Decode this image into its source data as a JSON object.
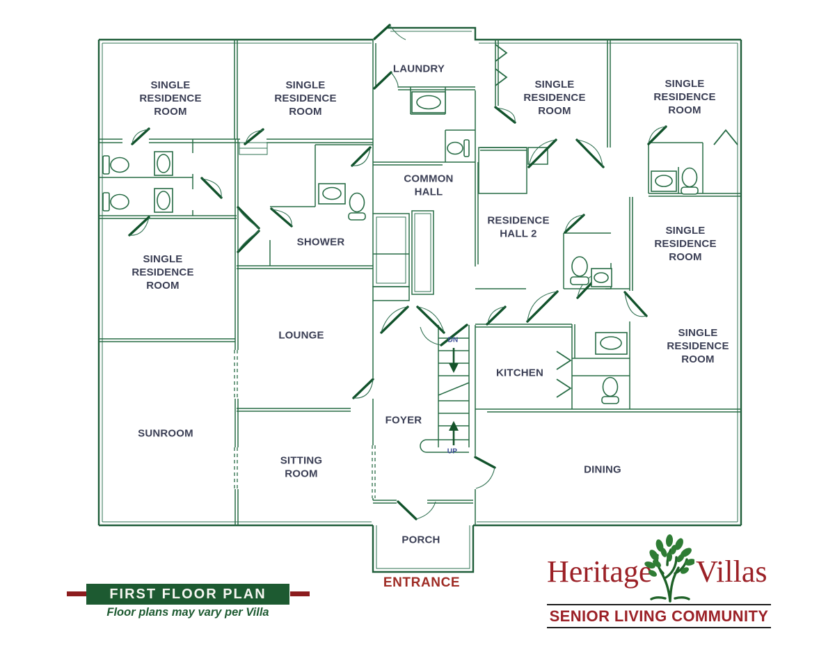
{
  "plan": {
    "rooms": [
      {
        "id": "single-residence-room-a",
        "label": "SINGLE\nRESIDENCE\nROOM"
      },
      {
        "id": "single-residence-room-b",
        "label": "SINGLE\nRESIDENCE\nROOM"
      },
      {
        "id": "laundry",
        "label": "LAUNDRY"
      },
      {
        "id": "single-residence-room-c",
        "label": "SINGLE\nRESIDENCE\nROOM"
      },
      {
        "id": "single-residence-room-d",
        "label": "SINGLE\nRESIDENCE\nROOM"
      },
      {
        "id": "common-hall",
        "label": "COMMON\nHALL"
      },
      {
        "id": "residence-hall-2",
        "label": "RESIDENCE\nHALL 2"
      },
      {
        "id": "single-residence-room-e",
        "label": "SINGLE\nRESIDENCE\nROOM"
      },
      {
        "id": "shower",
        "label": "SHOWER"
      },
      {
        "id": "single-residence-room-f",
        "label": "SINGLE\nRESIDENCE\nROOM"
      },
      {
        "id": "lounge",
        "label": "LOUNGE"
      },
      {
        "id": "single-residence-room-g",
        "label": "SINGLE\nRESIDENCE\nROOM"
      },
      {
        "id": "kitchen",
        "label": "KITCHEN"
      },
      {
        "id": "foyer",
        "label": "FOYER"
      },
      {
        "id": "sunroom",
        "label": "SUNROOM"
      },
      {
        "id": "sitting-room",
        "label": "SITTING\nROOM"
      },
      {
        "id": "dining",
        "label": "DINING"
      },
      {
        "id": "porch",
        "label": "PORCH"
      }
    ],
    "stairs": {
      "down_label": "DN",
      "up_label": "UP"
    },
    "entrance_label": "ENTRANCE"
  },
  "footer": {
    "banner_title": "FIRST FLOOR PLAN",
    "banner_subtitle": "Floor plans may vary per Villa"
  },
  "logo": {
    "name_left": "Heritage",
    "name_right": "Villas",
    "tagline": "SENIOR LIVING COMMUNITY",
    "tree_icon": "tree-icon"
  },
  "colors": {
    "wall_green": "#266b44",
    "door_green": "#11522b",
    "room_label": "#3a3e54",
    "banner_green": "#1d5a31",
    "maroon_tick": "#8c1c1e",
    "logo_red": "#9b2026",
    "stair_label_navy": "#3a4a96",
    "rule_black": "#1a1a1a"
  }
}
